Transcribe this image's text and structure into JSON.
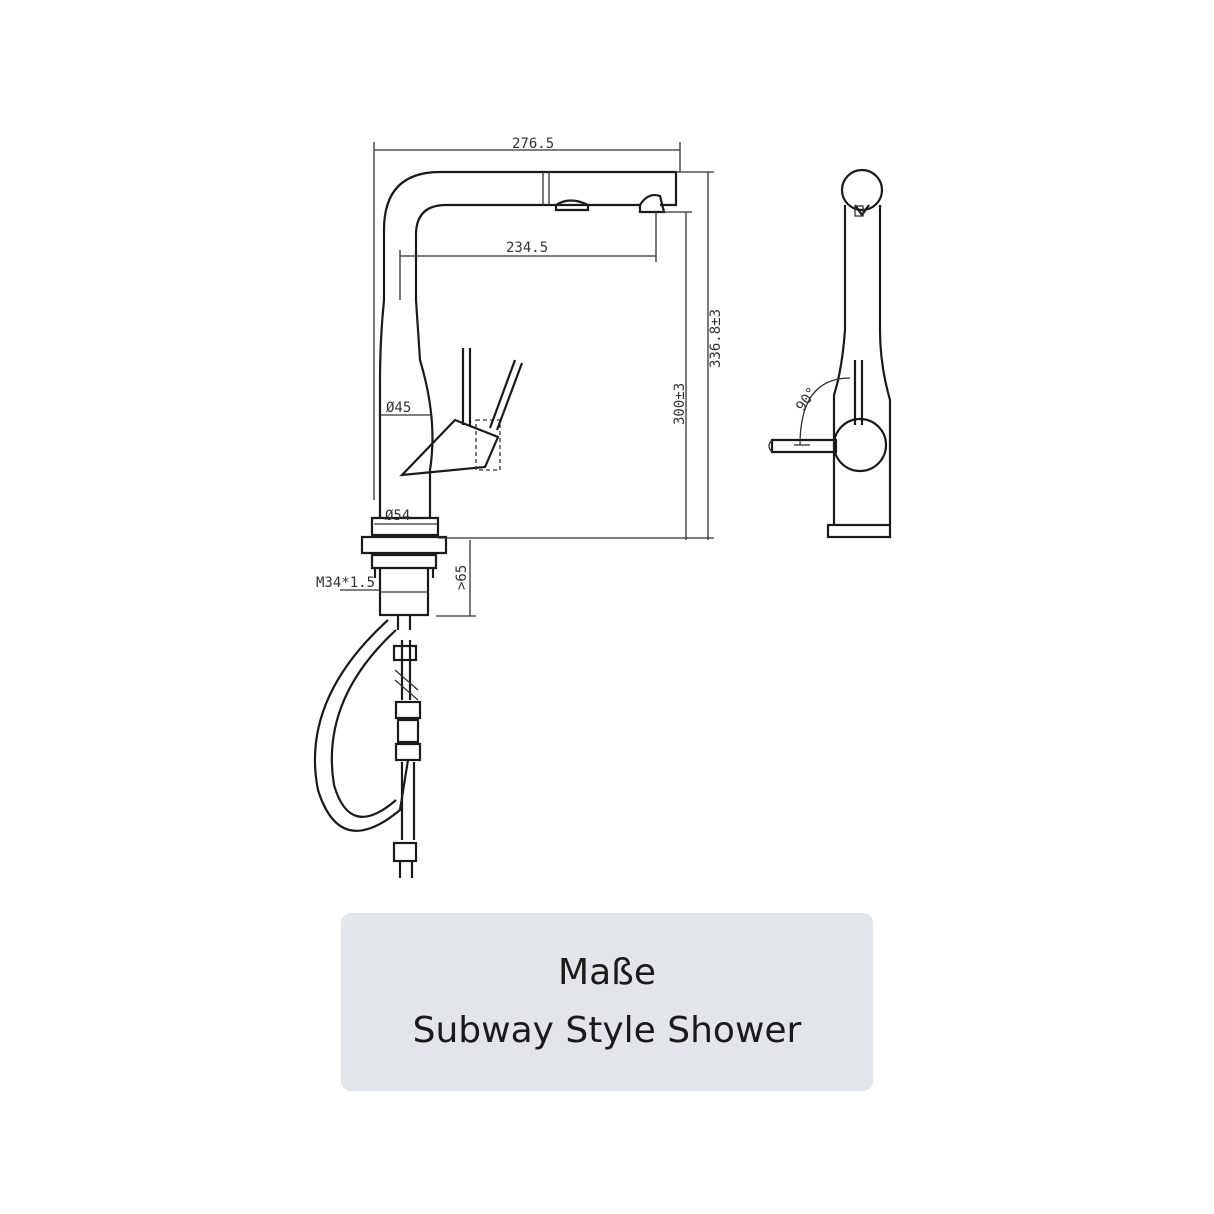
{
  "dimensions": {
    "reach_total": "276.5",
    "reach_spout": "234.5",
    "height_total": "336.8±3",
    "height_spout": "300±3",
    "body_diameter": "Ø45",
    "base_diameter": "Ø54",
    "thread": "M34*1.5",
    "mount_thickness": ">65",
    "lever_angle": "90°"
  },
  "caption": {
    "line1": "Maße",
    "line2": "Subway Style Shower"
  }
}
